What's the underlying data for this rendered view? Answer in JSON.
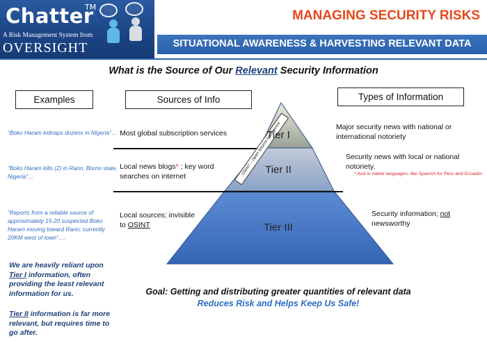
{
  "header": {
    "logo_word": "Chatter",
    "logo_tm": "TM",
    "logo_sub": "A Risk Management System from",
    "logo_brand": "OVERSIGHT",
    "title": "MANAGING SECURITY RISKS",
    "subtitle": "SITUATIONAL AWARENESS & HARVESTING RELEVANT DATA"
  },
  "main": {
    "title_before": "What is the Source of Our ",
    "title_highlight": "Relevant",
    "title_after": " Security Information"
  },
  "columns": {
    "examples": "Examples",
    "sources": "Sources of Info",
    "types": "Types of Information"
  },
  "examples": [
    "“Boko Haram kidnaps dozens in Nigeria”…",
    "“Boko Haram kills (2) in Rann, Borno state, Nigeria”…",
    "“Reports from a reliable source of approximately 15-20 suspected Boko Haram moving toward Rann; currently 20KM west of town”…."
  ],
  "notes": {
    "note1_pre": "We are heavily reliant upon ",
    "note1_u": "Tier I",
    "note1_post": " information, often providing the least relevant information for us.",
    "note2_u": "Tier II",
    "note2_post": " information is far more relevant, but requires time to go after."
  },
  "sources": {
    "tier1": "Most global subscription services",
    "tier2_pre": "Local news blogs",
    "tier2_star": "*",
    "tier2_post": " ; key word searches on internet",
    "tier3_pre": "Local sources; invisible to ",
    "tier3_u": "OSINT"
  },
  "pyramid": {
    "tier1": "Tier I",
    "tier2": "Tier II",
    "tier3": "Tier III",
    "osint_band": "OSINT – Open Source Intelligence",
    "colors": {
      "tier1": "#b7b7a4",
      "tier2": "#a3b0c8",
      "tier3": "#4a7ac8",
      "edge": "#2a4f8a"
    }
  },
  "types": {
    "tier1": "Major security news with national or international notoriety",
    "tier2": "Security news with local or national notoriety.",
    "tier2_note": "* And in native languages, like Spanish for Peru and Ecuador.",
    "tier3_pre": "Security information; ",
    "tier3_u": "not",
    "tier3_post": " newsworthy"
  },
  "goal": {
    "line1": "Goal: Getting and distributing greater quantities of relevant data",
    "line2": "Reduces Risk and Helps Keep Us Safe!"
  }
}
